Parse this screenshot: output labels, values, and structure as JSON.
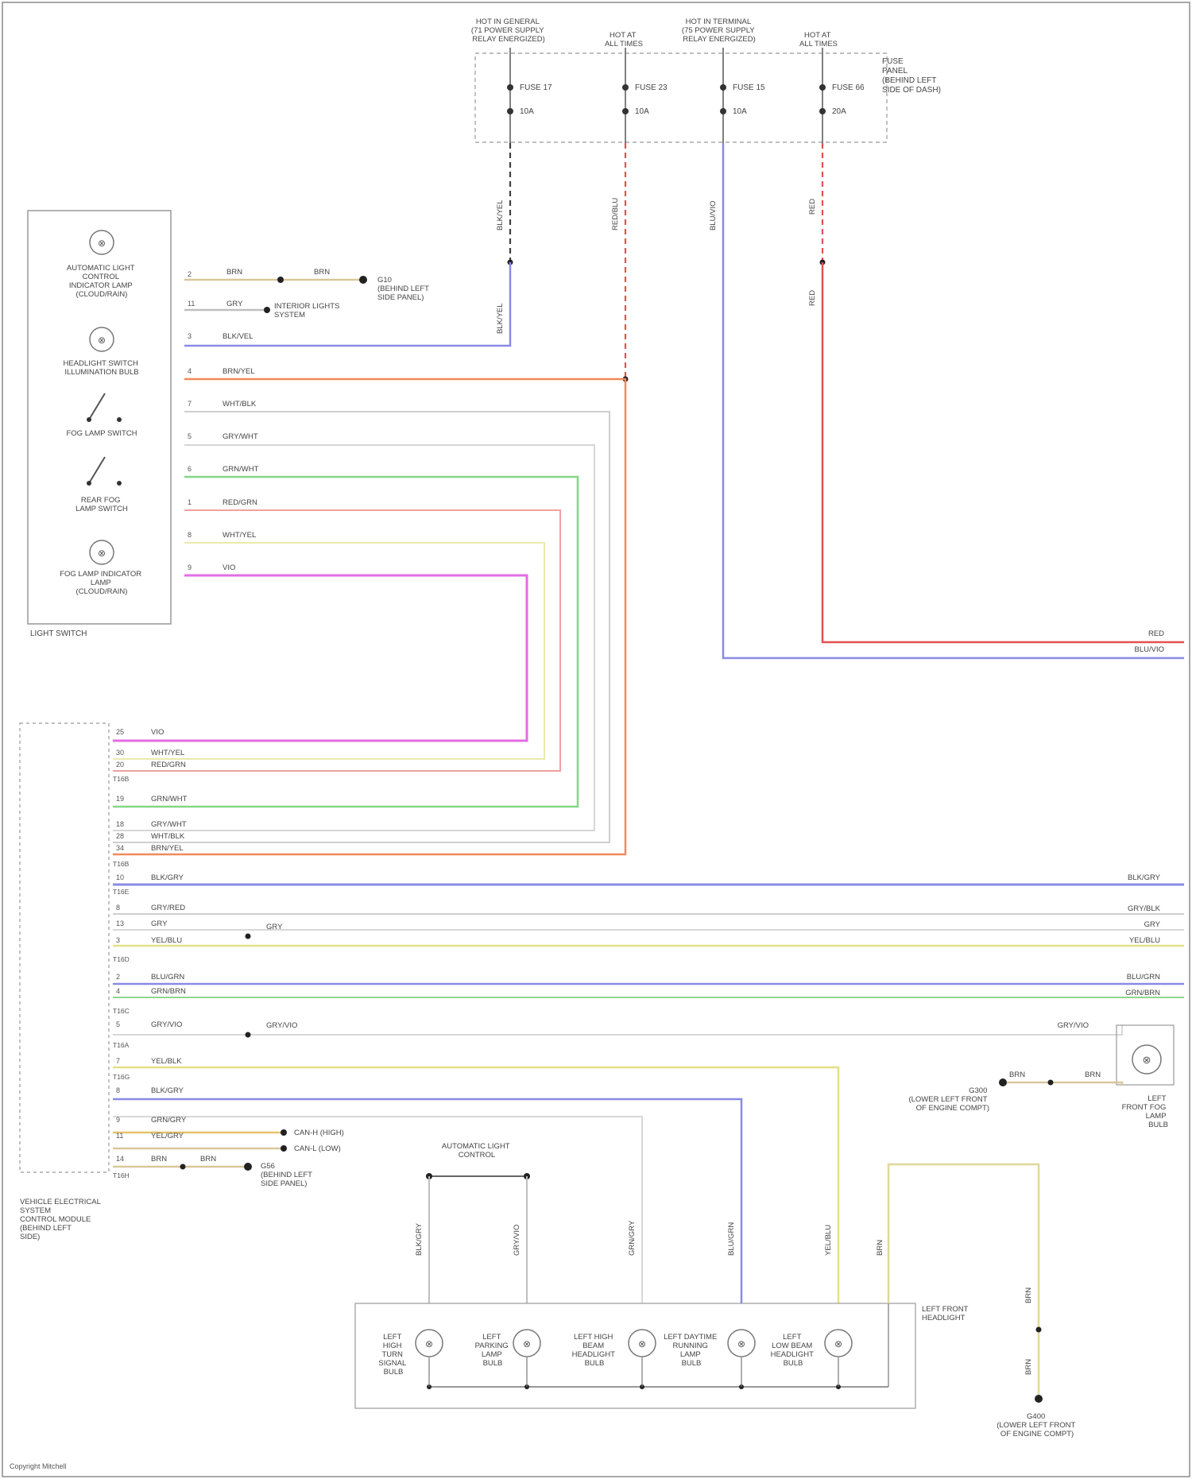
{
  "diagram": {
    "footer": "Copyright Mitchell"
  },
  "fuse_panel": {
    "label": [
      "FUSE",
      "PANEL",
      "(BEHIND LEFT",
      "SIDE OF DASH)"
    ],
    "headers": [
      [
        "HOT IN GENERAL",
        "(71 POWER SUPPLY",
        "RELAY ENERGIZED)"
      ],
      [
        "HOT AT",
        "ALL TIMES"
      ],
      [
        "HOT IN TERMINAL",
        "(75 POWER SUPPLY",
        "RELAY ENERGIZED)"
      ],
      [
        "HOT AT",
        "ALL TIMES"
      ]
    ],
    "fuses": [
      {
        "name": "FUSE 17",
        "rating": "10A",
        "wire": "BLK/YEL"
      },
      {
        "name": "FUSE 23",
        "rating": "10A",
        "wire": "RED/BLU"
      },
      {
        "name": "FUSE 15",
        "rating": "10A",
        "wire": "BLU/VIO"
      },
      {
        "name": "FUSE 66",
        "rating": "20A",
        "wire": "RED"
      }
    ]
  },
  "light_switch": {
    "label": "LIGHT SWITCH",
    "components": [
      [
        "AUTOMATIC LIGHT",
        "CONTROL",
        "INDICATOR LAMP",
        "(CLOUD/RAIN)"
      ],
      [
        "HEADLIGHT SWITCH",
        "ILLUMINATION BULB"
      ],
      [
        "FOG LAMP SWITCH"
      ],
      [
        "REAR FOG",
        "LAMP SWITCH"
      ],
      [
        "FOG LAMP INDICATOR",
        "LAMP",
        "(CLOUD/RAIN)"
      ]
    ],
    "pins": [
      {
        "pin": "2",
        "wire": "BRN"
      },
      {
        "pin": "11",
        "wire": "GRY"
      },
      {
        "pin": "3",
        "wire": "BLK/VEL"
      },
      {
        "pin": "4",
        "wire": "BRN/YEL"
      },
      {
        "pin": "7",
        "wire": "WHT/BLK"
      },
      {
        "pin": "5",
        "wire": "GRY/WHT"
      },
      {
        "pin": "6",
        "wire": "GRN/WHT"
      },
      {
        "pin": "1",
        "wire": "RED/GRN"
      },
      {
        "pin": "8",
        "wire": "WHT/YEL"
      },
      {
        "pin": "9",
        "wire": "VIO"
      }
    ],
    "ground_label": [
      "G10",
      "(BEHIND LEFT",
      "SIDE PANEL)"
    ],
    "ground_wire": "BRN",
    "dimmer_label": [
      "INTERIOR LIGHTS",
      "SYSTEM"
    ]
  },
  "module": {
    "label": [
      "VEHICLE ELECTRICAL",
      "SYSTEM",
      "CONTROL MODULE",
      "(BEHIND LEFT",
      "SIDE)"
    ],
    "pins": [
      {
        "pin": "25",
        "wire": "VIO"
      },
      {
        "pin": "30",
        "wire": "WHT/YEL"
      },
      {
        "pin": "20",
        "wire": "RED/GRN"
      },
      {
        "pin": "19",
        "wire": "GRN/WHT"
      },
      {
        "pin": "18",
        "wire": "GRY/WHT"
      },
      {
        "pin": "28",
        "wire": "WHT/BLK"
      },
      {
        "pin": "34",
        "wire": "BRN/YEL"
      },
      {
        "pin": "10",
        "wire": "BLK/GRY"
      },
      {
        "pin": "8",
        "wire": "GRY/RED"
      },
      {
        "pin": "13",
        "wire": "GRY"
      },
      {
        "pin": "3",
        "wire": "YEL/BLU"
      },
      {
        "pin": "2",
        "wire": "BLU/GRN"
      },
      {
        "pin": "4",
        "wire": "GRN/BRN"
      },
      {
        "pin": "5",
        "wire": "GRY/VIO"
      },
      {
        "pin": "7",
        "wire": "YEL/BLK"
      },
      {
        "pin": "8",
        "wire": "BLK/GRY"
      },
      {
        "pin": "9",
        "wire": "GRN/GRY"
      },
      {
        "pin": "11",
        "wire": "YEL/GRY"
      },
      {
        "pin": "14",
        "wire": "BRN"
      }
    ],
    "connectors": [
      "T16B",
      "T16B",
      "T16E",
      "T16D",
      "T16C",
      "T16A",
      "T16G",
      "T16H"
    ],
    "right_edge_labels": [
      "RED",
      "BLU/VIO",
      "BLK/GRY",
      "GRY/BLK",
      "GRY",
      "YEL/BLU",
      "BLU/GRN",
      "GRN/BRN",
      "GRY/VIO"
    ],
    "mid_labels": [
      "GRY",
      "GRY/VIO"
    ],
    "can_labels": [
      "CAN-H (HIGH)",
      "CAN-L (LOW)"
    ],
    "ground_label": [
      "G56",
      "(BEHIND LEFT",
      "SIDE PANEL)"
    ]
  },
  "left_front_lamp": {
    "label": [
      "LEFT",
      "FRONT FOG",
      "LAMP",
      "BULB"
    ],
    "ground_label": [
      "G300",
      "(LOWER LEFT FRONT",
      "OF ENGINE COMPT)"
    ],
    "wires": [
      "BRN",
      "BRN"
    ]
  },
  "headlight": {
    "label": [
      "LEFT FRONT",
      "HEADLIGHT"
    ],
    "top_label": [
      "AUTOMATIC LIGHT",
      "CONTROL"
    ],
    "bulbs": [
      [
        "LEFT",
        "HIGH",
        "TURN",
        "SIGNAL",
        "BULB"
      ],
      [
        "LEFT",
        "PARKING",
        "LAMP",
        "BULB"
      ],
      [
        "LEFT HIGH",
        "BEAM",
        "HEADLIGHT",
        "BULB"
      ],
      [
        "LEFT DAYTIME",
        "RUNNING",
        "LAMP",
        "BULB"
      ],
      [
        "LEFT",
        "LOW BEAM",
        "HEADLIGHT",
        "BULB"
      ]
    ],
    "wires": [
      "BLK/GRY",
      "GRY/VIO",
      "GRN/GRY",
      "BLU/GRN",
      "YEL/BLU",
      "BRN",
      "BRN",
      "BRN"
    ],
    "ground_label": [
      "G400",
      "(LOWER LEFT FRONT",
      "OF ENGINE COMPT)"
    ]
  },
  "colors": {
    "blue": "#8a8ae6",
    "red": "#e55151",
    "orange": "#f08a5b",
    "pink": "#e36ce3",
    "green": "#85d685",
    "yellow": "#e3e088",
    "grey": "#bfbfbf",
    "black": "#404040",
    "tan": "#d9c79b"
  }
}
